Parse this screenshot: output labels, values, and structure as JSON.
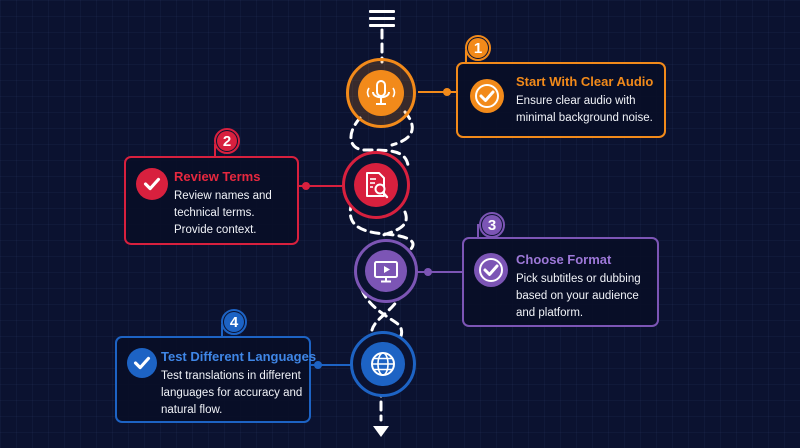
{
  "colors": {
    "background": "#0b1230",
    "orange": "#f28a1a",
    "red": "#d8203e",
    "purple": "#7c55b5",
    "blue": "#1d63c4",
    "path": "#ffffff"
  },
  "icons": {
    "top": "menu-lines-icon",
    "bottom": "arrow-down-icon"
  },
  "steps": [
    {
      "number": "1",
      "title": "Start With Clear Audio",
      "description": "Ensure clear audio with\nminimal background noise.",
      "icon": "microphone-icon",
      "color": "orange"
    },
    {
      "number": "2",
      "title": "Review Terms",
      "description": "Review names and\ntechnical terms.\nProvide context.",
      "icon": "document-search-icon",
      "color": "red"
    },
    {
      "number": "3",
      "title": "Choose Format",
      "description": "Pick subtitles or dubbing\nbased on your audience\nand platform.",
      "icon": "video-monitor-icon",
      "color": "purple"
    },
    {
      "number": "4",
      "title": "Test Different Languages",
      "description": "Test translations in different\nlanguages for accuracy and\nnatural flow.",
      "icon": "globe-icon",
      "color": "blue"
    }
  ]
}
